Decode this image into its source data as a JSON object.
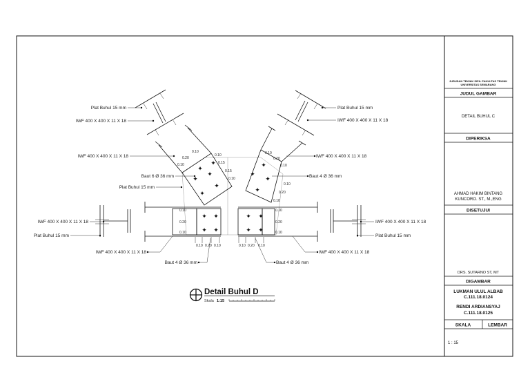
{
  "title_block": {
    "institution_line1": "JURUSAN TEKNIK SIPIL FAKULTAS TEKNIK",
    "institution_line2": "UNIVERSITAS SEMARANG",
    "judul_header": "JUDUL GAMBAR",
    "judul_value": "DETAIL BUHUL C",
    "diperiksa_header": "DIPERIKSA",
    "diperiksa_name1": "AHMAD HAKIM BINTANG",
    "diperiksa_name2": "KUNCORO. ST., M.,ENG",
    "disetujui_header": "DISETUJUI",
    "disetujui_name": "DRS. SUTARNO ST, MT",
    "digambar_header": "DIGAMBAR",
    "digambar_name1": "LUKMAN ULUL ALBAB",
    "digambar_nim1": "C.111.18.0124",
    "digambar_name2": "RENDI ARDIANSYAJ",
    "digambar_nim2": "C.111.18.0125",
    "skala_header": "SKALA",
    "lembar_header": "LEMBAR",
    "skala_value": "1 : 15"
  },
  "drawing": {
    "caption": "Detail Buhul D",
    "scale_label": "Skala",
    "scale_value": "1:15",
    "labels": {
      "plat_top_left": "Plat Buhul 15 mm",
      "iwf_top_left": "IWF 400 X 400 X 11 X 18",
      "plat_top_right": "Plat Buhul 15 mm",
      "iwf_top_right": "IWF 400 X 400 X 11 X 18",
      "iwf_mid_left": "IWF 400 X 400 X 11 X 18",
      "baut_left": "Baut 6 Ø 36 mm",
      "plat_mid_left": "Plat Buhul 15 mm",
      "iwf_mid_right": "IWF 400 X 400 X 11 X 18",
      "baut_right": "Baut 4 Ø 36 mm",
      "iwf_side_left": "IWF 400 X 400 X 11 X 18",
      "plat_side_left": "Plat Buhul 15 mm",
      "iwf_side_right": "IWF 400 X 400 X 11 X 18",
      "plat_side_right": "Plat Buhul 15 mm",
      "iwf_low_left": "IWF 400 X 400 X 11 X 18",
      "iwf_low_right": "IWF 400 X 400 X 11 X 18",
      "baut_bottom_left": "Baut 4 Ø 36 mm",
      "baut_bottom_right": "Baut 4 Ø 36 mm"
    },
    "dims": {
      "d010": "0.10",
      "d015": "0.15",
      "d020": "0.20"
    }
  }
}
